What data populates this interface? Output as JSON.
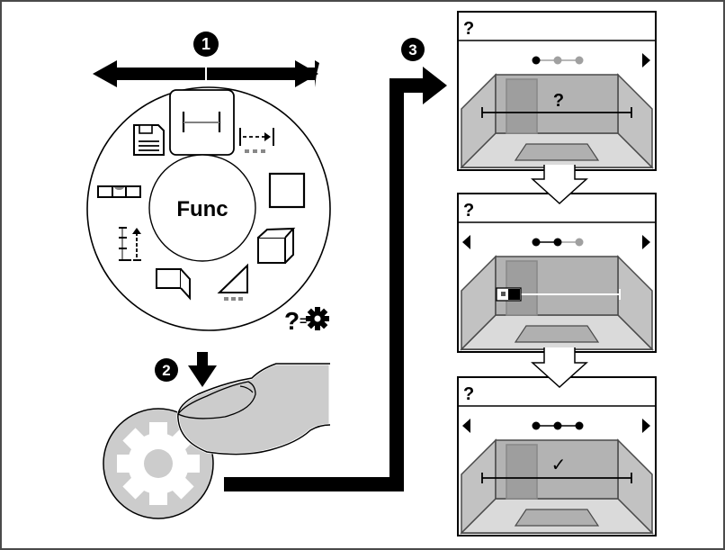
{
  "diagram": {
    "steps": [
      {
        "number": "1",
        "description": "rotate-select-function"
      },
      {
        "number": "2",
        "description": "press-function-button"
      },
      {
        "number": "3",
        "description": "follow-guided-screens"
      }
    ],
    "function_wheel": {
      "center_label": "Func",
      "help_legend": {
        "question": "?",
        "equals": "=",
        "meaning": "settings-gear"
      },
      "icons": [
        "length-measurement-icon",
        "continuous-measurement-icon",
        "area-measurement-icon",
        "volume-measurement-icon",
        "indirect-measurement-icon",
        "wall-area-measurement-icon",
        "stake-out-icon",
        "spirit-level-icon",
        "memory-save-icon"
      ]
    },
    "screens": [
      {
        "title": "?",
        "progress_done": 1,
        "progress_total": 3,
        "has_prev": false,
        "has_next": true,
        "measure_label": "?",
        "state": "unknown"
      },
      {
        "title": "?",
        "progress_done": 2,
        "progress_total": 3,
        "has_prev": true,
        "has_next": true,
        "measure_label": "",
        "state": "measuring"
      },
      {
        "title": "?",
        "progress_done": 3,
        "progress_total": 3,
        "has_prev": true,
        "has_next": true,
        "measure_label": "✓",
        "state": "done"
      }
    ],
    "colors": {
      "black": "#000000",
      "dark_gray": "#4a4a4a",
      "wall_gray": "#b3b3b3",
      "side_wall_gray": "#c2c2c2",
      "floor_gray": "#dadada",
      "rug_gray": "#b0b0b0",
      "door_gray": "#9e9e9e",
      "finger_gray": "#cccccc",
      "inactive_dot": "#a0a0a0"
    }
  }
}
